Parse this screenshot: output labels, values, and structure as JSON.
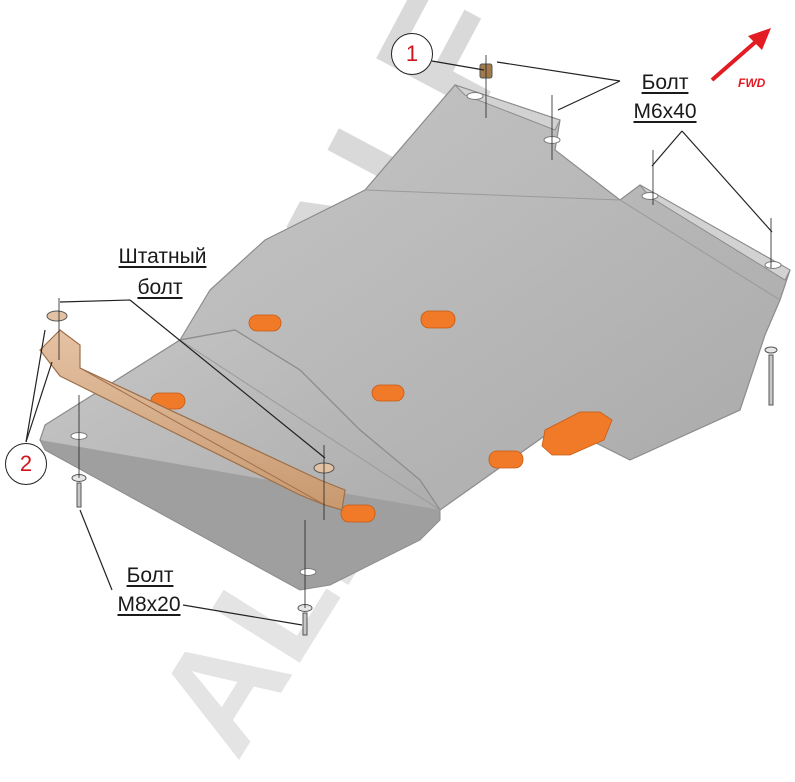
{
  "watermark": {
    "brand": "ALF",
    "brand_second": "ALFeco"
  },
  "fwd": {
    "label": "FWD",
    "color": "#e31b23"
  },
  "callouts": [
    {
      "number": "1"
    },
    {
      "number": "2"
    }
  ],
  "labels": {
    "bolt_m6_line1": "Болт",
    "bolt_m6_line2": "M6x40",
    "stock_bolt_line1": "Штатный",
    "stock_bolt_line2": "болт",
    "bolt_m8_line1": "Болт",
    "bolt_m8_line2": "M8x20"
  },
  "colors": {
    "plate": "#b3b3b3",
    "plate_edge": "#8c8c8c",
    "bracket": "#d9ad8c",
    "stamp": "#f07a28",
    "callout_text": "#d0141c"
  }
}
